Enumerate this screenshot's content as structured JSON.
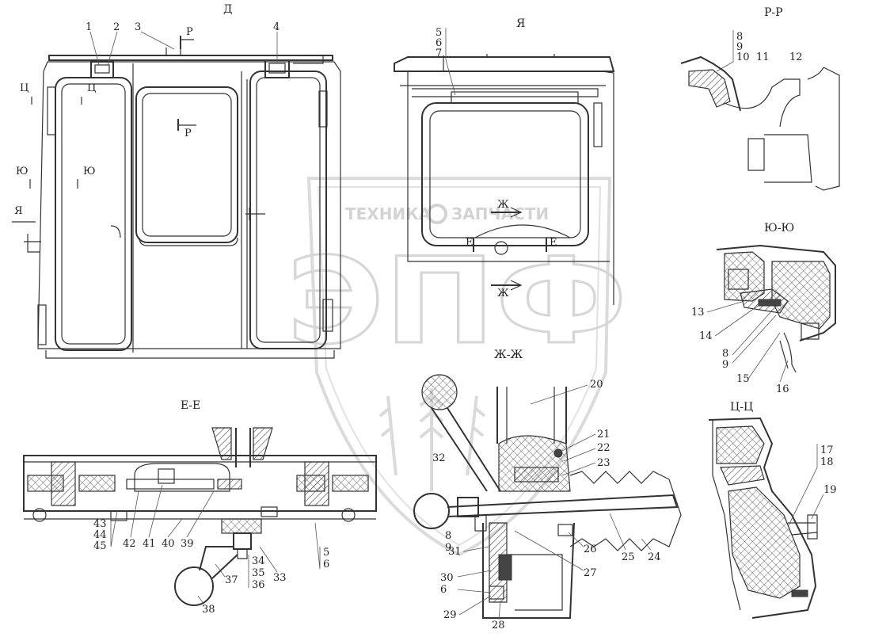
{
  "watermark": {
    "text_left": "ТЕХНИКА",
    "text_right": "ЗАПЧАСТИ",
    "big": "ЭПФ"
  },
  "views": {
    "main": "Д",
    "rear": "Я",
    "pp": "Р-Р",
    "yuyu": "Ю-Ю",
    "zhzh": "Ж-Ж",
    "ee": "Е-Е",
    "tsts": "Ц-Ц"
  },
  "section_marks": {
    "r": "Р",
    "ts": "Ц",
    "yu": "Ю",
    "ya": "Я",
    "zh": "Ж",
    "e": "Е"
  },
  "callouts": {
    "c1": "1",
    "c2": "2",
    "c3": "3",
    "c4": "4",
    "c5": "5",
    "c6": "6",
    "c7": "7",
    "c8": "8",
    "c9": "9",
    "c10": "10",
    "c11": "11",
    "c12": "12",
    "c13": "13",
    "c14": "14",
    "c15": "15",
    "c16": "16",
    "c17": "17",
    "c18": "18",
    "c19": "19",
    "c20": "20",
    "c21": "21",
    "c22": "22",
    "c23": "23",
    "c24": "24",
    "c25": "25",
    "c26": "26",
    "c27": "27",
    "c28": "28",
    "c29": "29",
    "c30": "30",
    "c31": "31",
    "c32": "32",
    "c33": "33",
    "c34": "34",
    "c35": "35",
    "c36": "36",
    "c37": "37",
    "c38": "38",
    "c39": "39",
    "c40": "40",
    "c41": "41",
    "c42": "42",
    "c43": "43",
    "c44": "44",
    "c45": "45"
  }
}
